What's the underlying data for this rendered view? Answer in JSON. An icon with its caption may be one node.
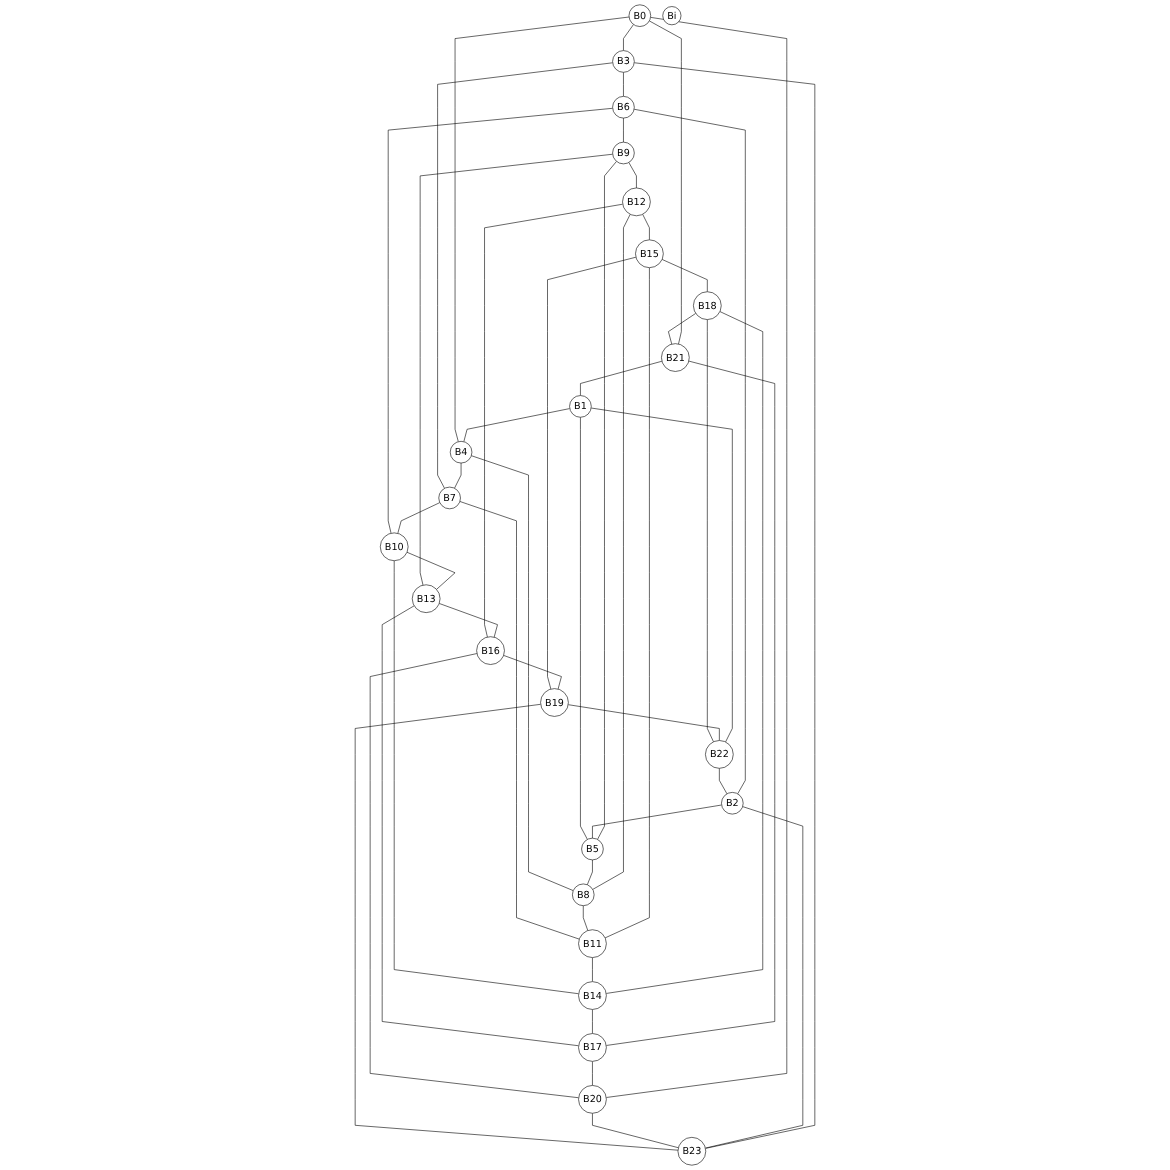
{
  "diagram": {
    "nodes": [
      {
        "text": [
          "B0"
        ]
      },
      {
        "text": [
          "B1"
        ]
      },
      {
        "text": [
          "B2"
        ]
      },
      {
        "text": [
          "B3"
        ]
      },
      {
        "text": [
          "B4"
        ]
      },
      {
        "text": [
          "B5"
        ]
      },
      {
        "text": [
          "B6"
        ]
      },
      {
        "text": [
          "B7"
        ]
      },
      {
        "text": [
          "B8"
        ]
      },
      {
        "text": [
          "B9"
        ]
      },
      {
        "text": [
          "B10"
        ]
      },
      {
        "text": [
          "B11"
        ]
      },
      {
        "text": [
          "B12"
        ]
      },
      {
        "text": [
          "B13"
        ]
      },
      {
        "text": [
          "B14"
        ]
      },
      {
        "text": [
          "B15"
        ]
      },
      {
        "text": [
          "B16"
        ]
      },
      {
        "text": [
          "B17"
        ]
      },
      {
        "text": [
          "B18"
        ]
      },
      {
        "text": [
          "B19"
        ]
      },
      {
        "text": [
          "B20"
        ]
      },
      {
        "text": [
          "B21"
        ]
      },
      {
        "text": [
          "B22"
        ]
      },
      {
        "text": [
          "B23"
        ]
      },
      {
        "text": [
          "Bi"
        ]
      }
    ],
    "edges": [
      {
        "from": 0,
        "to": 3,
        "arrow": "none"
      },
      {
        "from": 0,
        "to": 4,
        "arrow": "none"
      },
      {
        "from": 1,
        "to": 4,
        "arrow": "none"
      },
      {
        "from": 1,
        "to": 5,
        "arrow": "none"
      },
      {
        "from": 2,
        "to": 5,
        "arrow": "none"
      },
      {
        "from": 2,
        "to": 6,
        "arrow": "none"
      },
      {
        "from": 3,
        "to": 6,
        "arrow": "none"
      },
      {
        "from": 3,
        "to": 7,
        "arrow": "none"
      },
      {
        "from": 4,
        "to": 7,
        "arrow": "none"
      },
      {
        "from": 4,
        "to": 8,
        "arrow": "none"
      },
      {
        "from": 5,
        "to": 8,
        "arrow": "none"
      },
      {
        "from": 5,
        "to": 9,
        "arrow": "none"
      },
      {
        "from": 6,
        "to": 9,
        "arrow": "none"
      },
      {
        "from": 6,
        "to": 10,
        "arrow": "none"
      },
      {
        "from": 7,
        "to": 10,
        "arrow": "none"
      },
      {
        "from": 7,
        "to": 11,
        "arrow": "none"
      },
      {
        "from": 8,
        "to": 11,
        "arrow": "none"
      },
      {
        "from": 8,
        "to": 12,
        "arrow": "none"
      },
      {
        "from": 9,
        "to": 12,
        "arrow": "none"
      },
      {
        "from": 9,
        "to": 13,
        "arrow": "none"
      },
      {
        "from": 10,
        "to": 13,
        "arrow": "none"
      },
      {
        "from": 10,
        "to": 14,
        "arrow": "none"
      },
      {
        "from": 11,
        "to": 14,
        "arrow": "none"
      },
      {
        "from": 11,
        "to": 15,
        "arrow": "none"
      },
      {
        "from": 12,
        "to": 15,
        "arrow": "none"
      },
      {
        "from": 12,
        "to": 16,
        "arrow": "none"
      },
      {
        "from": 13,
        "to": 16,
        "arrow": "none"
      },
      {
        "from": 13,
        "to": 17,
        "arrow": "none"
      },
      {
        "from": 14,
        "to": 17,
        "arrow": "none"
      },
      {
        "from": 14,
        "to": 18,
        "arrow": "none"
      },
      {
        "from": 15,
        "to": 18,
        "arrow": "none"
      },
      {
        "from": 15,
        "to": 19,
        "arrow": "none"
      },
      {
        "from": 16,
        "to": 19,
        "arrow": "none"
      },
      {
        "from": 16,
        "to": 20,
        "arrow": "none"
      },
      {
        "from": 17,
        "to": 20,
        "arrow": "none"
      },
      {
        "from": 17,
        "to": 21,
        "arrow": "none"
      },
      {
        "from": 18,
        "to": 21,
        "arrow": "none"
      },
      {
        "from": 18,
        "to": 22,
        "arrow": "none"
      },
      {
        "from": 19,
        "to": 22,
        "arrow": "none"
      },
      {
        "from": 19,
        "to": 23,
        "arrow": "none"
      },
      {
        "from": 20,
        "to": 23,
        "arrow": "none"
      },
      {
        "from": 20,
        "to": 0,
        "arrow": "none"
      },
      {
        "from": 21,
        "to": 0,
        "arrow": "none"
      },
      {
        "from": 21,
        "to": 1,
        "arrow": "none"
      },
      {
        "from": 22,
        "to": 1,
        "arrow": "none"
      },
      {
        "from": 22,
        "to": 2,
        "arrow": "none"
      },
      {
        "from": 23,
        "to": 2,
        "arrow": "none"
      },
      {
        "from": 23,
        "to": 3,
        "arrow": "none"
      }
    ]
  }
}
